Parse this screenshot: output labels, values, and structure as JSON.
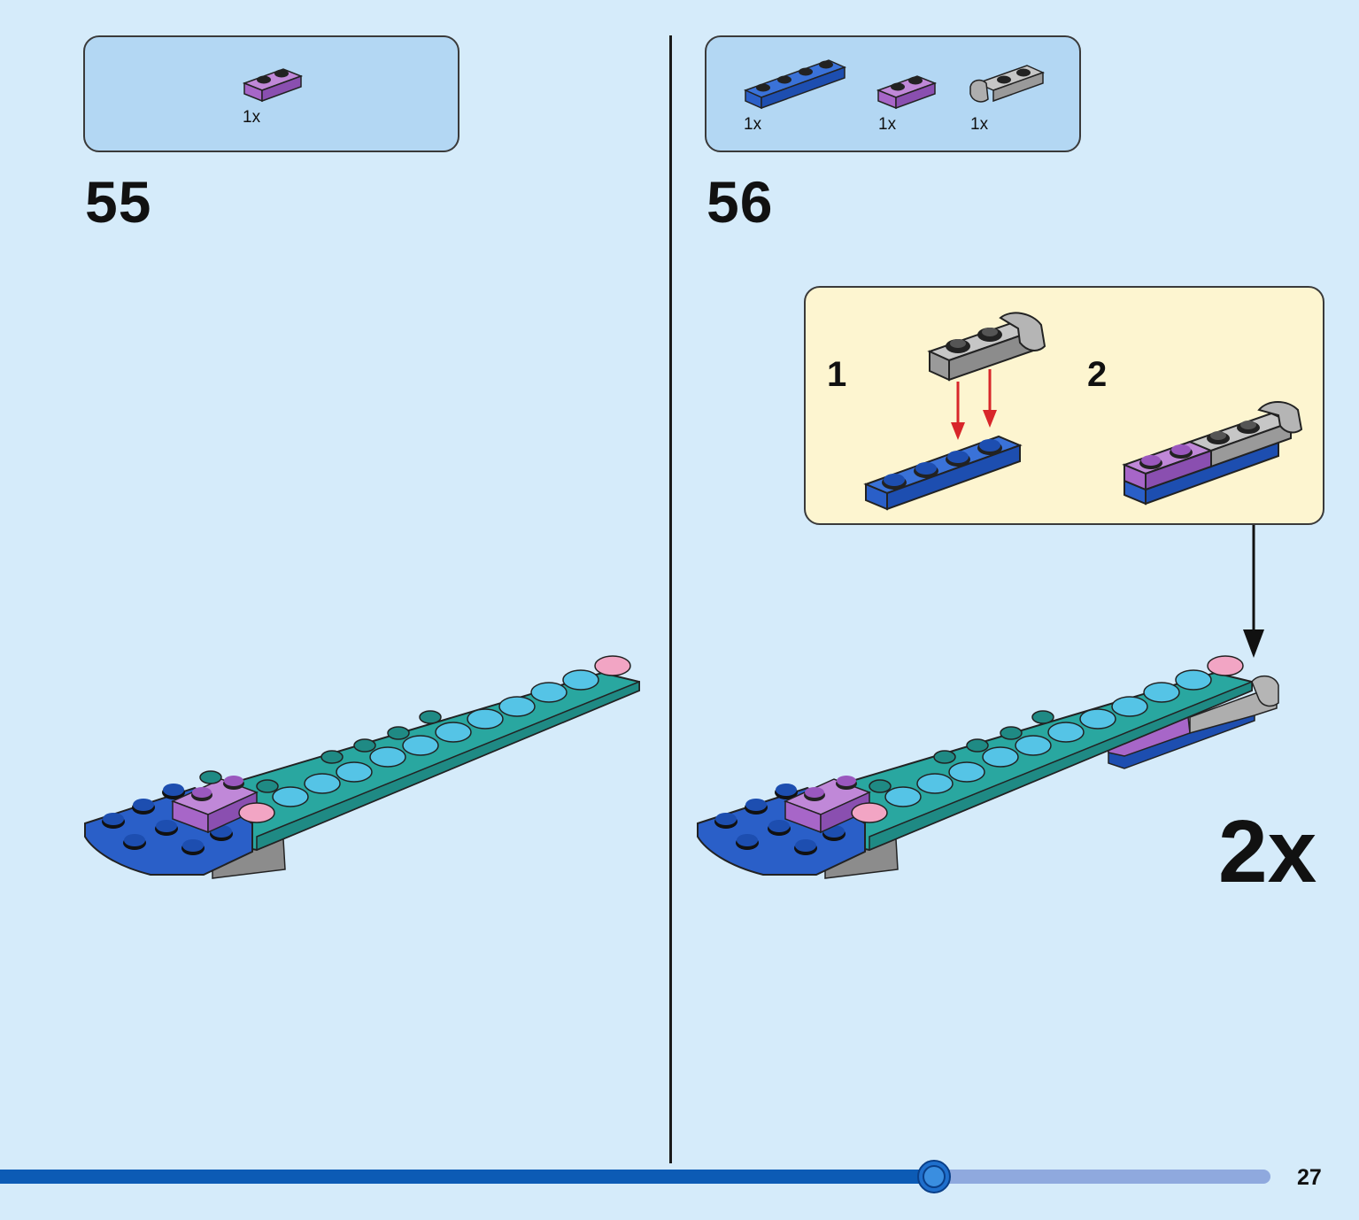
{
  "steps": [
    {
      "number": "55",
      "parts": [
        {
          "quantity": "1x",
          "piece": "purple-plate-1x2"
        }
      ]
    },
    {
      "number": "56",
      "parts": [
        {
          "quantity": "1x",
          "piece": "blue-plate-1x4"
        },
        {
          "quantity": "1x",
          "piece": "purple-plate-1x2"
        },
        {
          "quantity": "1x",
          "piece": "gray-plate-clip"
        }
      ],
      "substeps": [
        {
          "number": "1"
        },
        {
          "number": "2"
        }
      ],
      "multiplier": "2x"
    }
  ],
  "page": {
    "number": "27",
    "progress": 0.735
  },
  "colors": {
    "background": "#d5ebfa",
    "parts_box": "#b3d7f3",
    "substep_box": "#fdf5d0",
    "blue": "#2a5fc8",
    "purple": "#a766c8",
    "teal": "#29a7a0",
    "light_blue_stud": "#55c4e6",
    "pink": "#f2a5c4",
    "gray": "#aeaeae",
    "progress_done": "#0c5bb5",
    "progress_remaining": "#8fa9de",
    "arrow_red": "#d8262a"
  }
}
